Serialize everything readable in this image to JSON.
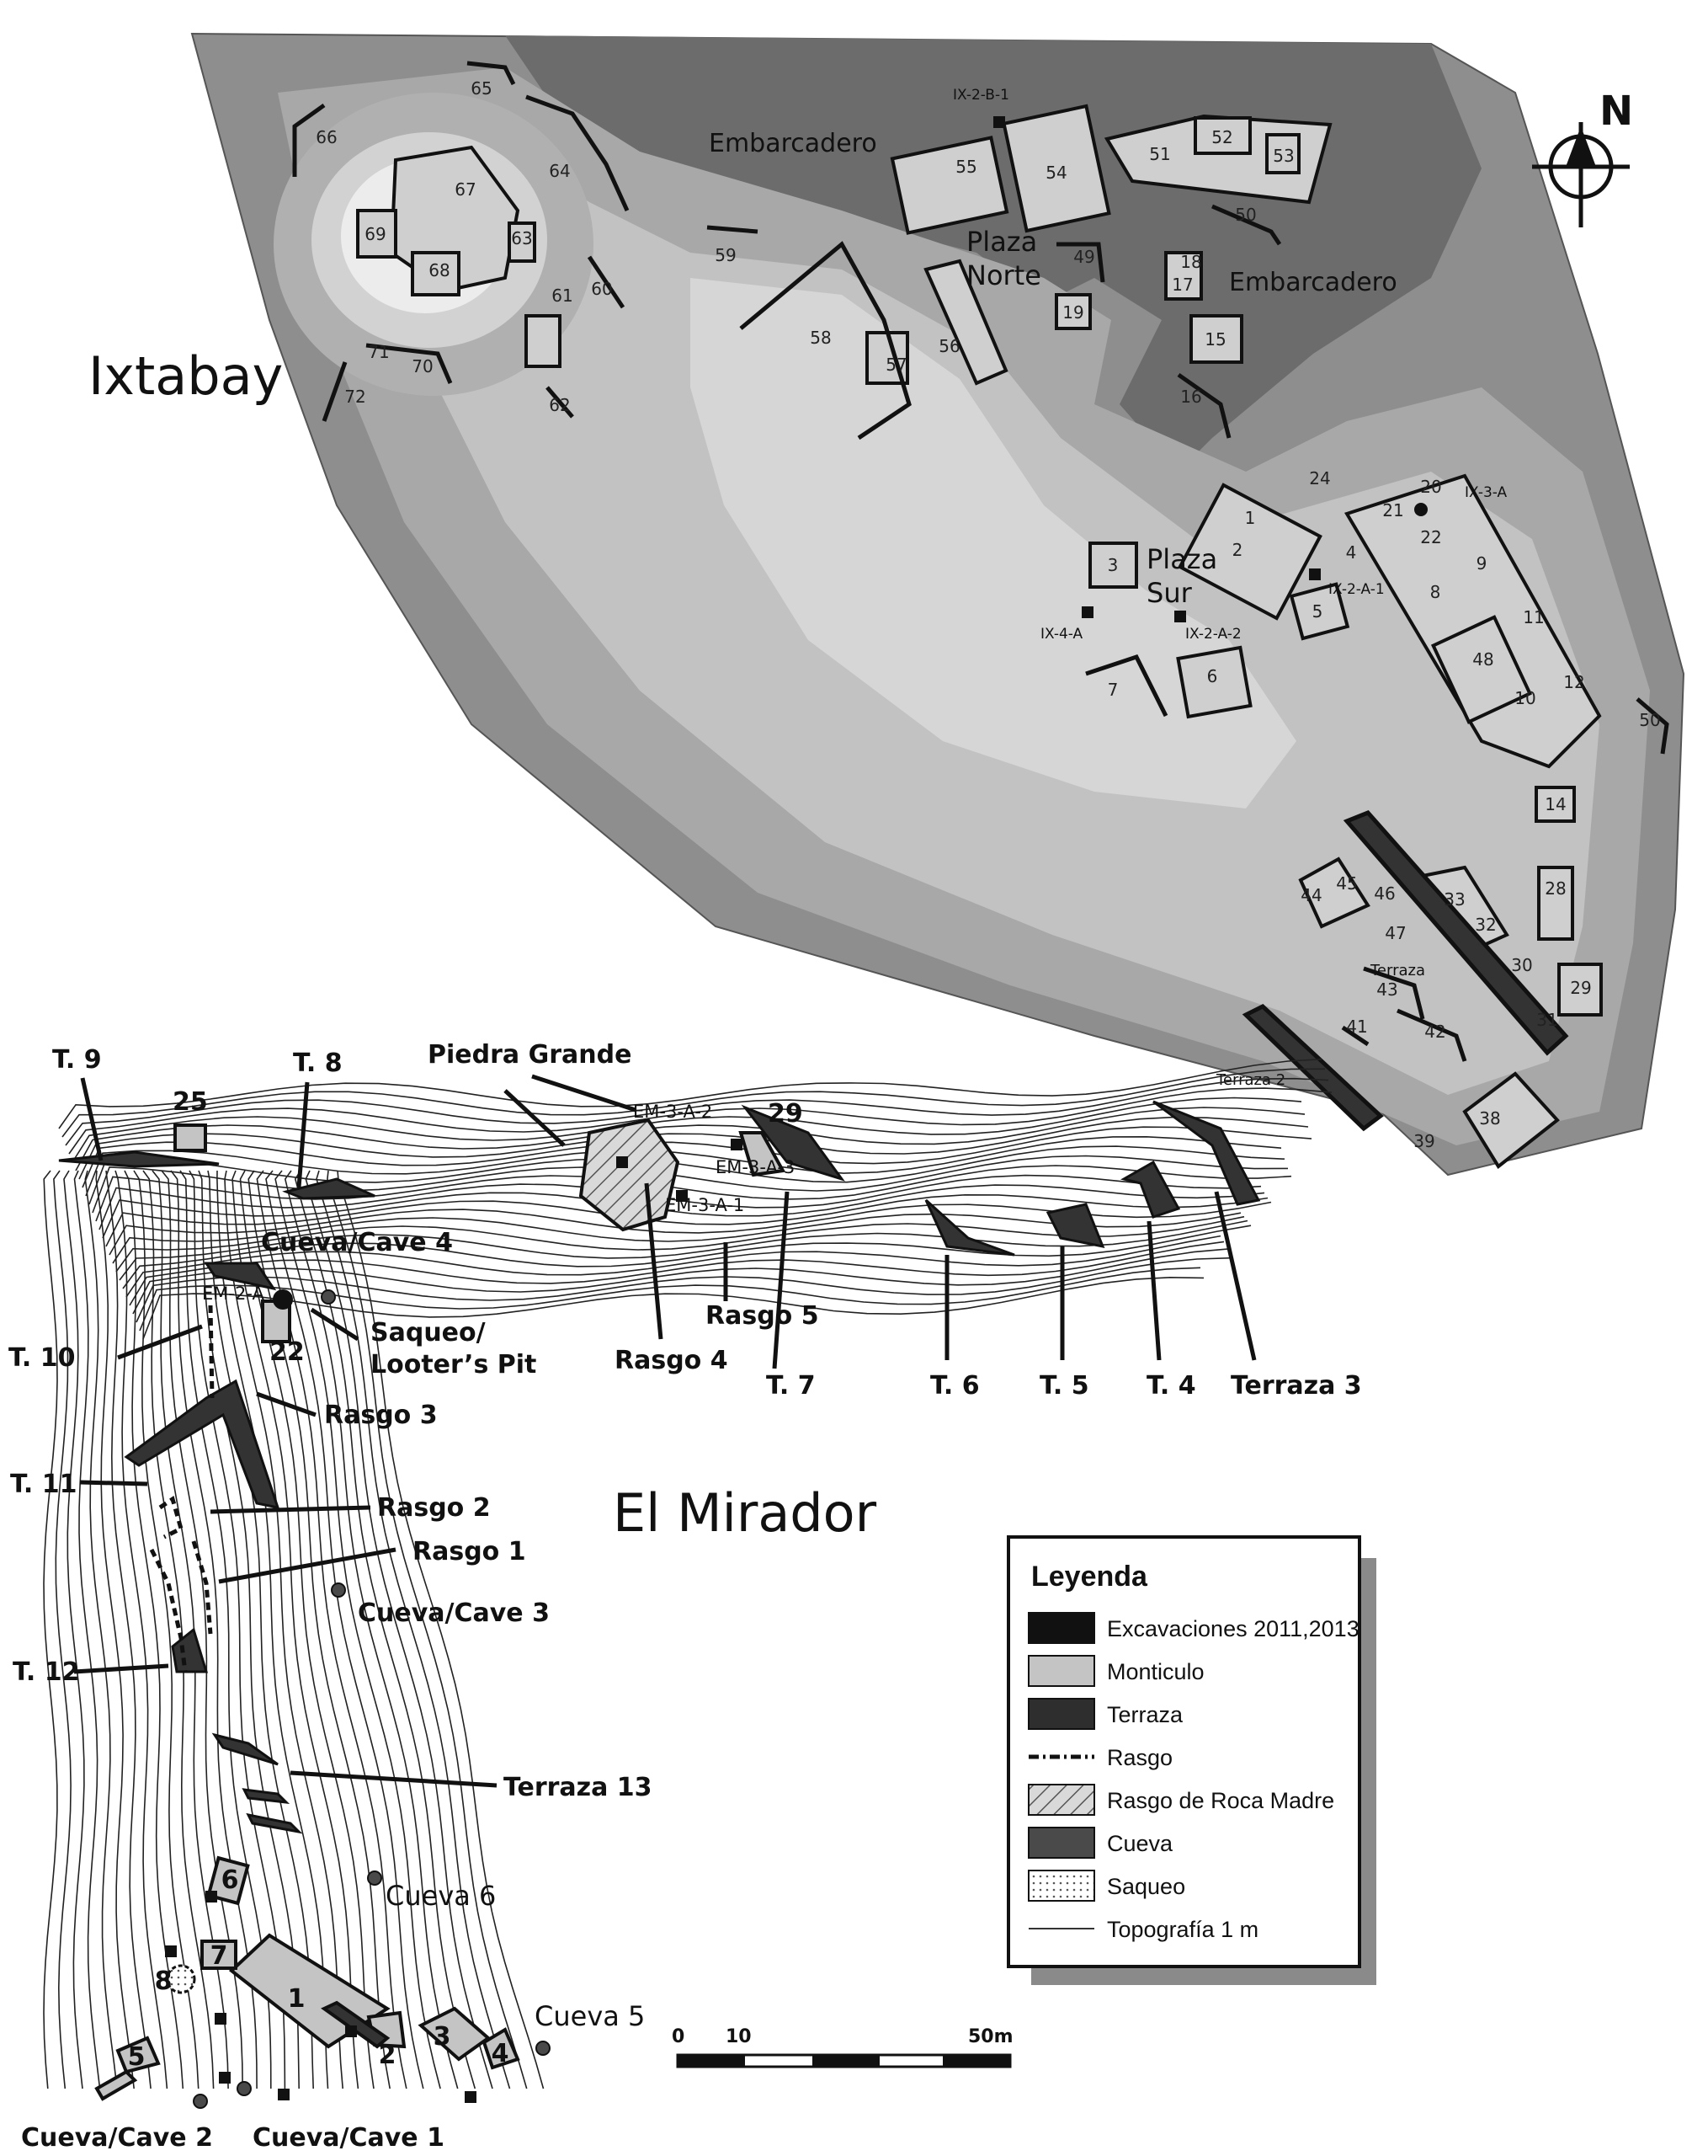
{
  "sites": {
    "ixtabay": "Ixtabay",
    "mirador": "El Mirador"
  },
  "north": "N",
  "ixtabay_labels": {
    "embarcadero_w": "Embarcadero",
    "embarcadero_e": "Embarcadero",
    "plaza_norte_1": "Plaza",
    "plaza_norte_2": "Norte",
    "plaza_sur_1": "Plaza",
    "plaza_sur_2": "Sur",
    "terraza": "Terraza",
    "terraza2": "Terraza 2",
    "units": [
      "IX-2-B-1",
      "IX-3-A",
      "IX-2-A-1",
      "IX-4-A",
      "IX-2-A-2"
    ]
  },
  "ixtabay_structures": [
    "1",
    "2",
    "3",
    "4",
    "5",
    "6",
    "7",
    "8",
    "9",
    "10",
    "11",
    "12",
    "14",
    "15",
    "16",
    "17",
    "18",
    "19",
    "20",
    "21",
    "22",
    "24",
    "28",
    "29",
    "30",
    "31",
    "32",
    "33",
    "38",
    "39",
    "41",
    "42",
    "43",
    "44",
    "45",
    "46",
    "47",
    "48",
    "49",
    "50",
    "50",
    "51",
    "52",
    "53",
    "54",
    "55",
    "56",
    "57",
    "58",
    "59",
    "60",
    "61",
    "62",
    "63",
    "64",
    "65",
    "66",
    "67",
    "68",
    "69",
    "70",
    "71",
    "72"
  ],
  "mirador_labels": {
    "t9": "T. 9",
    "t8": "T. 8",
    "s25": "25",
    "piedra": "Piedra Grande",
    "em3a2": "EM-3-A-2",
    "s29": "29",
    "em3a3": "EM-3-A-3",
    "em3a1": "EM-3-A-1",
    "cueva4": "Cueva/Cave 4",
    "em2a": "EM-2-A",
    "s22": "22",
    "saqueo1": "Saqueo/",
    "saqueo2": "Looter’s Pit",
    "t10": "T. 10",
    "rasgo3": "Rasgo 3",
    "rasgo4": "Rasgo 4",
    "rasgo5": "Rasgo 5",
    "t7": "T. 7",
    "t6": "T. 6",
    "t5": "T. 5",
    "t4": "T. 4",
    "terraza3": "Terraza 3",
    "t11": "T. 11",
    "rasgo2": "Rasgo 2",
    "rasgo1": "Rasgo 1",
    "cueva3": "Cueva/Cave 3",
    "t12": "T. 12",
    "terraza13": "Terraza 13",
    "cueva6": "Cueva 6",
    "cueva5": "Cueva 5",
    "cueva2": "Cueva/Cave 2",
    "cueva1": "Cueva/Cave 1",
    "mounds": [
      "1",
      "2",
      "3",
      "4",
      "5",
      "6",
      "7",
      "8"
    ]
  },
  "legend": {
    "title": "Leyenda",
    "items": [
      {
        "label": "Excavaciones 2011,2013",
        "color": "#111111"
      },
      {
        "label": "Monticulo",
        "color": "#c4c4c4"
      },
      {
        "label": "Terraza",
        "color": "#2e2e2e"
      },
      {
        "label": "Rasgo",
        "color": "#000000"
      },
      {
        "label": "Rasgo de Roca Madre",
        "color": "#9a9a9a"
      },
      {
        "label": "Cueva",
        "color": "#4a4a4a"
      },
      {
        "label": "Saqueo",
        "color": "#ffffff"
      },
      {
        "label": "Topografía 1 m",
        "color": "#333333"
      }
    ]
  },
  "scale": {
    "t0": "0",
    "t1": "10",
    "t2": "50m"
  }
}
